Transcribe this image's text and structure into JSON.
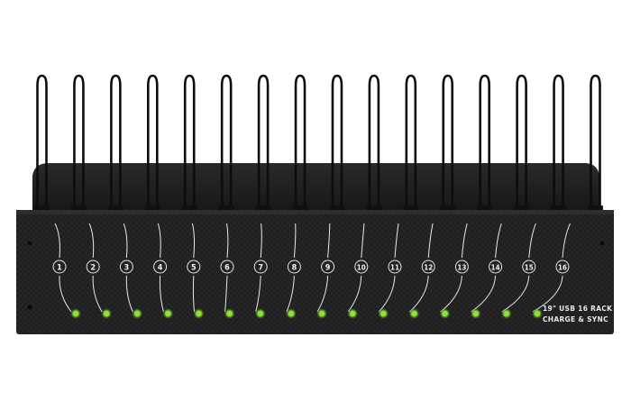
{
  "product": {
    "label_line1": "19\" USB 16 RACK",
    "label_line2": "CHARGE & SYNC"
  },
  "ports": [
    "1",
    "2",
    "3",
    "4",
    "5",
    "6",
    "7",
    "8",
    "9",
    "10",
    "11",
    "12",
    "13",
    "14",
    "15",
    "16"
  ],
  "colors": {
    "background": "#ffffff",
    "chassis": "#1c1c1c",
    "front_panel": "#202020",
    "cable": "#0d0d0d",
    "led_green": "#8fe03a",
    "line_white": "#e9e9e9"
  }
}
